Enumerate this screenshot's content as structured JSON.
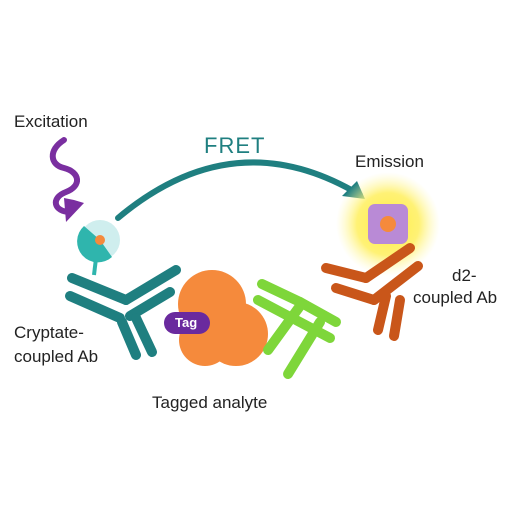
{
  "labels": {
    "excitation": "Excitation",
    "fret": "FRET",
    "emission": "Emission",
    "cryptate_line1": "Cryptate-",
    "cryptate_line2": "coupled Ab",
    "d2_line1": "d2-",
    "d2_line2": "coupled Ab",
    "tag": "Tag",
    "tagged_analyte": "Tagged analyte"
  },
  "colors": {
    "teal": "#1f7f80",
    "green": "#7ed63a",
    "orange": "#f58a3c",
    "rust": "#c9561a",
    "purple": "#7a2fa0",
    "tag": "#6a2a9e",
    "glow": "#ffeb3b",
    "emission_square": "#b98ad6",
    "donor_light": "#9fe0dc"
  },
  "icons": {
    "excitation": "squiggle-arrow-icon",
    "fret": "curved-arrow-icon",
    "emission": "glowing-square-icon"
  }
}
